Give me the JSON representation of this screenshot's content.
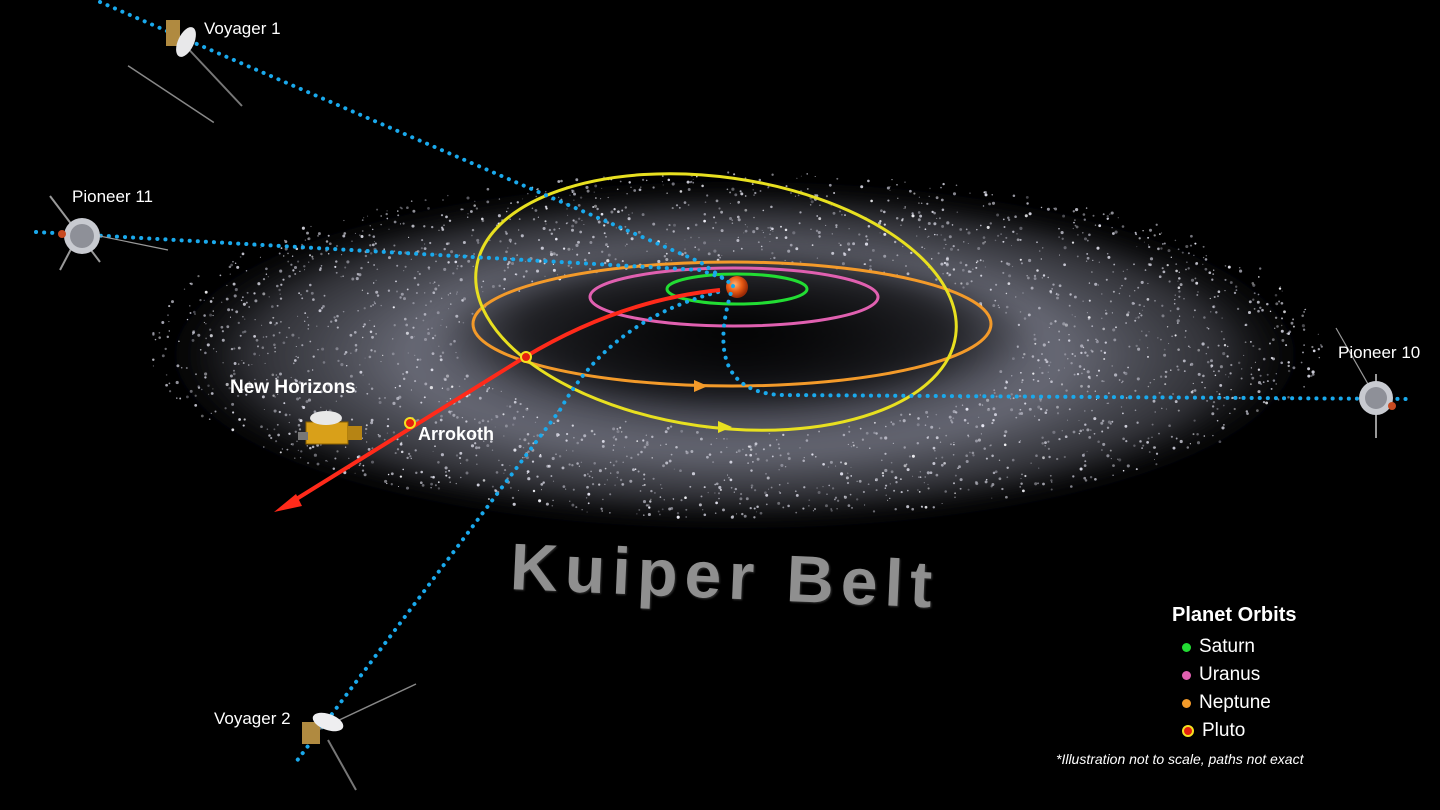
{
  "title": "Kuiper Belt",
  "spacecraft": {
    "voyager1": "Voyager 1",
    "pioneer11": "Pioneer 11",
    "pioneer10": "Pioneer 10",
    "voyager2": "Voyager 2",
    "new_horizons": "New Horizons"
  },
  "objects": {
    "arrokoth": "Arrokoth"
  },
  "legend": {
    "title": "Planet Orbits",
    "items": [
      {
        "label": "Saturn",
        "color": "#22dd33"
      },
      {
        "label": "Uranus",
        "color": "#e060b0"
      },
      {
        "label": "Neptune",
        "color": "#f39a2a"
      },
      {
        "label": "Pluto",
        "color": "#e8e020"
      }
    ]
  },
  "note": "*Illustration not to scale, paths not exact",
  "colors": {
    "background": "#000000",
    "trajectory_dotted": "#1aa9ec",
    "new_horizons_path": "#ff2a1a",
    "sun": "#e85a14",
    "belt_dust": "#c8cad8"
  }
}
